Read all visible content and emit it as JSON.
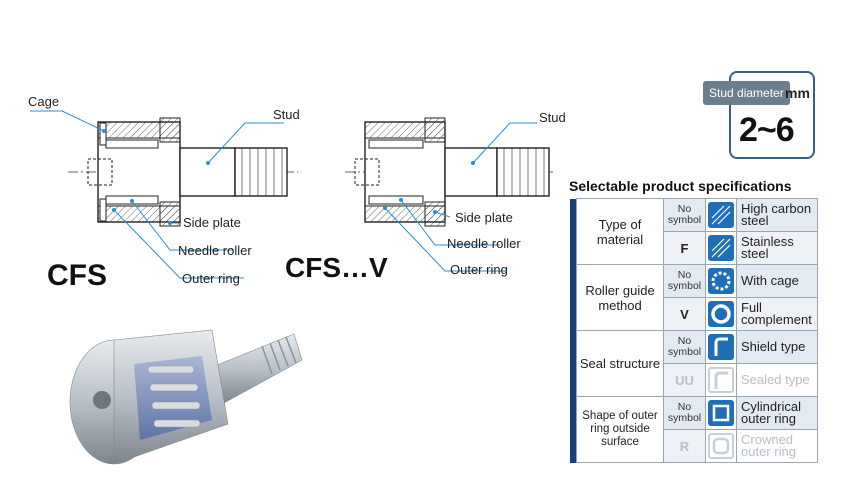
{
  "diagram_left": {
    "label_cage": "Cage",
    "label_stud": "Stud",
    "label_side_plate": "Side plate",
    "label_needle_roller": "Needle roller",
    "label_outer_ring": "Outer ring",
    "model": "CFS"
  },
  "diagram_right": {
    "label_stud": "Stud",
    "label_side_plate": "Side plate",
    "label_needle_roller": "Needle roller",
    "label_outer_ring": "Outer ring",
    "model": "CFS…V"
  },
  "badge": {
    "label": "Stud diameter",
    "unit": "mm",
    "range": "2~6"
  },
  "spec": {
    "title": "Selectable product specifications",
    "groups": [
      {
        "category": "Type of material",
        "rows": [
          {
            "symbol": "No symbol",
            "icon": "steel-icon",
            "text": "High carbon steel"
          },
          {
            "symbol": "F",
            "icon": "stainless-icon",
            "text": "Stainless steel"
          }
        ]
      },
      {
        "category": "Roller guide method",
        "rows": [
          {
            "symbol": "No symbol",
            "icon": "cage-icon",
            "text": "With cage"
          },
          {
            "symbol": "V",
            "icon": "full-complement-icon",
            "text": "Full complement"
          }
        ]
      },
      {
        "category": "Seal structure",
        "rows": [
          {
            "symbol": "No symbol",
            "icon": "shield-icon",
            "text": "Shield type"
          },
          {
            "symbol": "UU",
            "icon": "sealed-icon",
            "text": "Sealed type"
          }
        ]
      },
      {
        "category": "Shape of outer ring outside surface",
        "rows": [
          {
            "symbol": "No symbol",
            "icon": "cylindrical-ring-icon",
            "text": "Cylindrical outer ring"
          },
          {
            "symbol": "R",
            "icon": "crowned-ring-icon",
            "text": "Crowned outer ring"
          }
        ]
      }
    ]
  },
  "colors": {
    "accent": "#1e6fb8",
    "navy": "#1a3f78",
    "leader": "#2a8fd0",
    "disabled": "#b8bfc8"
  }
}
